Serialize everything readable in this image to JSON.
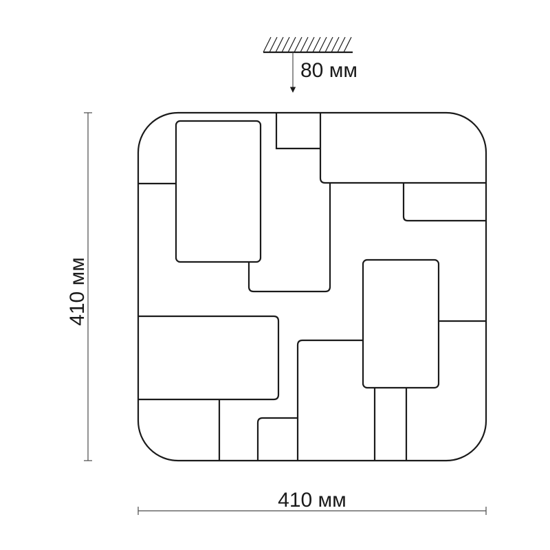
{
  "dimensions": {
    "height_label": "80 мм",
    "width_label": "410 мм",
    "depth_label": "410 мм"
  },
  "colors": {
    "line": "#1a1a1a",
    "dimension_line": "#4a4a4a",
    "background": "#ffffff"
  }
}
